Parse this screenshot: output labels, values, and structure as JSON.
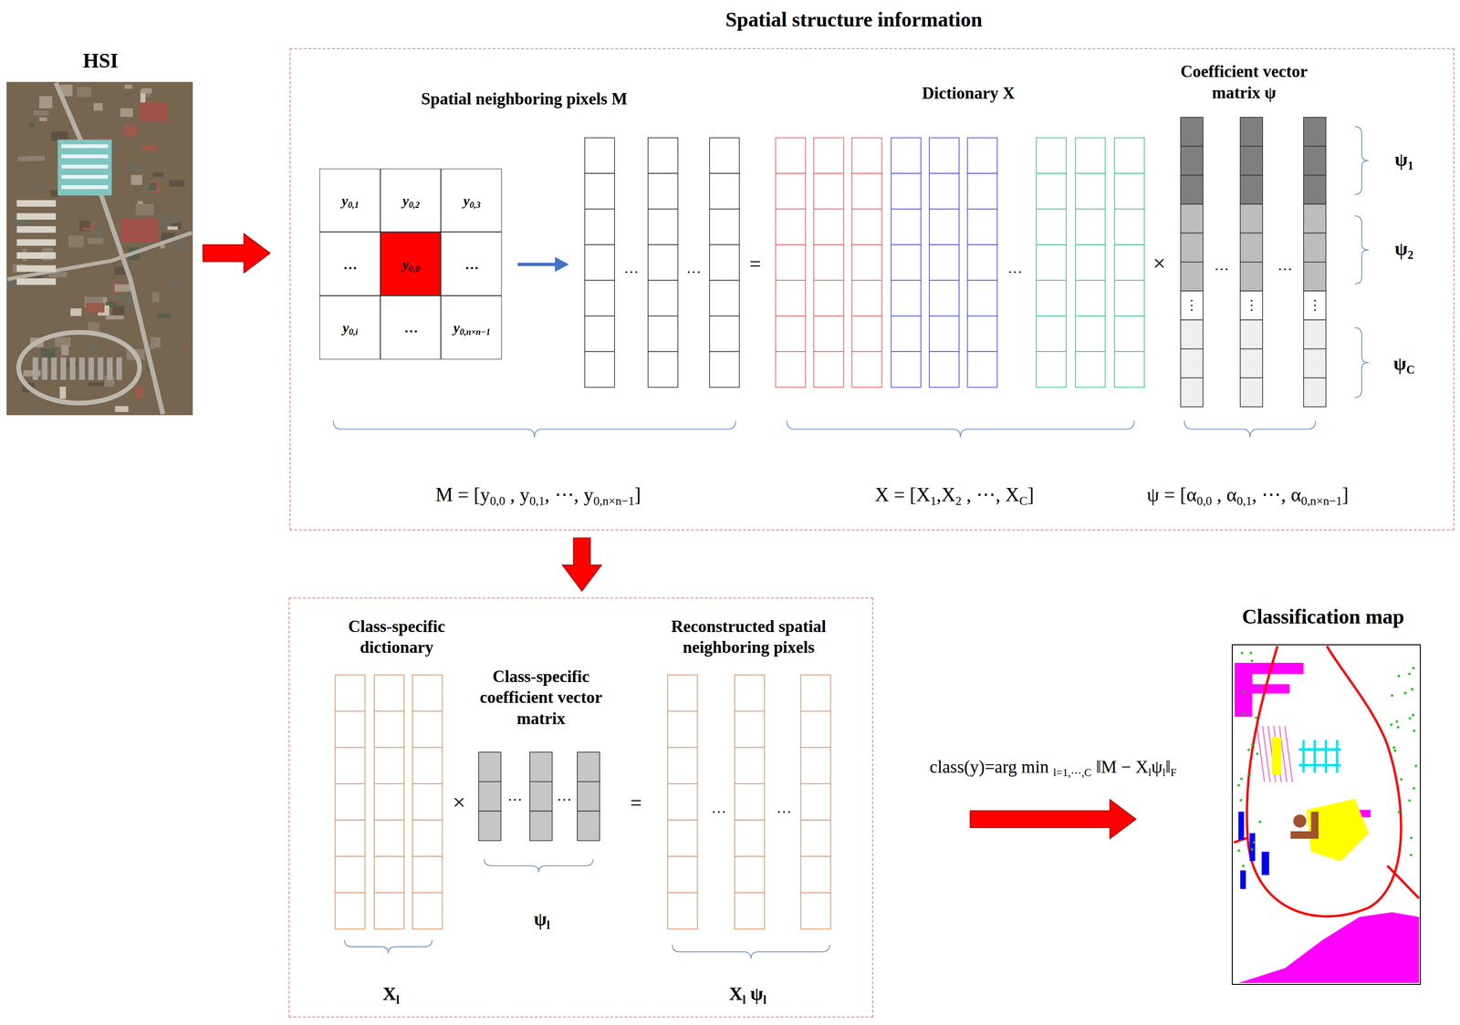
{
  "diagram": {
    "nodes": [
      {
        "text": [
          "HSI"
        ]
      },
      {
        "text": [
          "Spatial structure information"
        ]
      },
      {
        "text": [
          "Spatial neighboring pixels M"
        ],
        "in": 1
      },
      {
        "text": [
          "y0,1"
        ],
        "in": 2
      },
      {
        "text": [
          "y0,2"
        ],
        "in": 2
      },
      {
        "text": [
          "y0,3"
        ],
        "in": 2
      },
      {
        "text": [
          "…"
        ],
        "in": 2
      },
      {
        "text": [
          "y0,0"
        ],
        "in": 2
      },
      {
        "text": [
          "…"
        ],
        "in": 2
      },
      {
        "text": [
          "y0,i"
        ],
        "in": 2
      },
      {
        "text": [
          "…"
        ],
        "in": 2
      },
      {
        "text": [
          "y0,n×n−1"
        ],
        "in": 2
      },
      {
        "text": [
          "Class-specific dictionary",
          "Class-specific coefficient vector matrix",
          "Reconstructed spatial neighboring pixels"
        ]
      },
      {
        "text": [
          "Classification map"
        ]
      }
    ],
    "edges": [
      {
        "from": 0,
        "to": 1,
        "arrow": "to"
      },
      {
        "from": 1,
        "to": 12,
        "arrow": "to"
      },
      {
        "from": 12,
        "to": 13,
        "arrow": "to",
        "label": "class(y)=arg min l=1,⋯,C ‖M − Xlψl‖F"
      }
    ],
    "labels": [
      "…",
      "…",
      "=",
      "Dictionary X",
      "…",
      "×",
      "Coefficient vector matrix ψ",
      "…",
      "…",
      "⋮",
      "⋮",
      "⋮",
      "ψ1",
      "ψ2",
      "ψC",
      "M = [y0,0 , y0,1, ⋯, y0,n×n−1]",
      "X = [X1,X2 , ⋯, XC]",
      "ψ = [α0,0 , α0,1, ⋯, α0,n×n−1]",
      "×",
      "…",
      "…",
      "=",
      "…",
      "…",
      "ψl",
      "Xl",
      "Xl ψl"
    ]
  }
}
